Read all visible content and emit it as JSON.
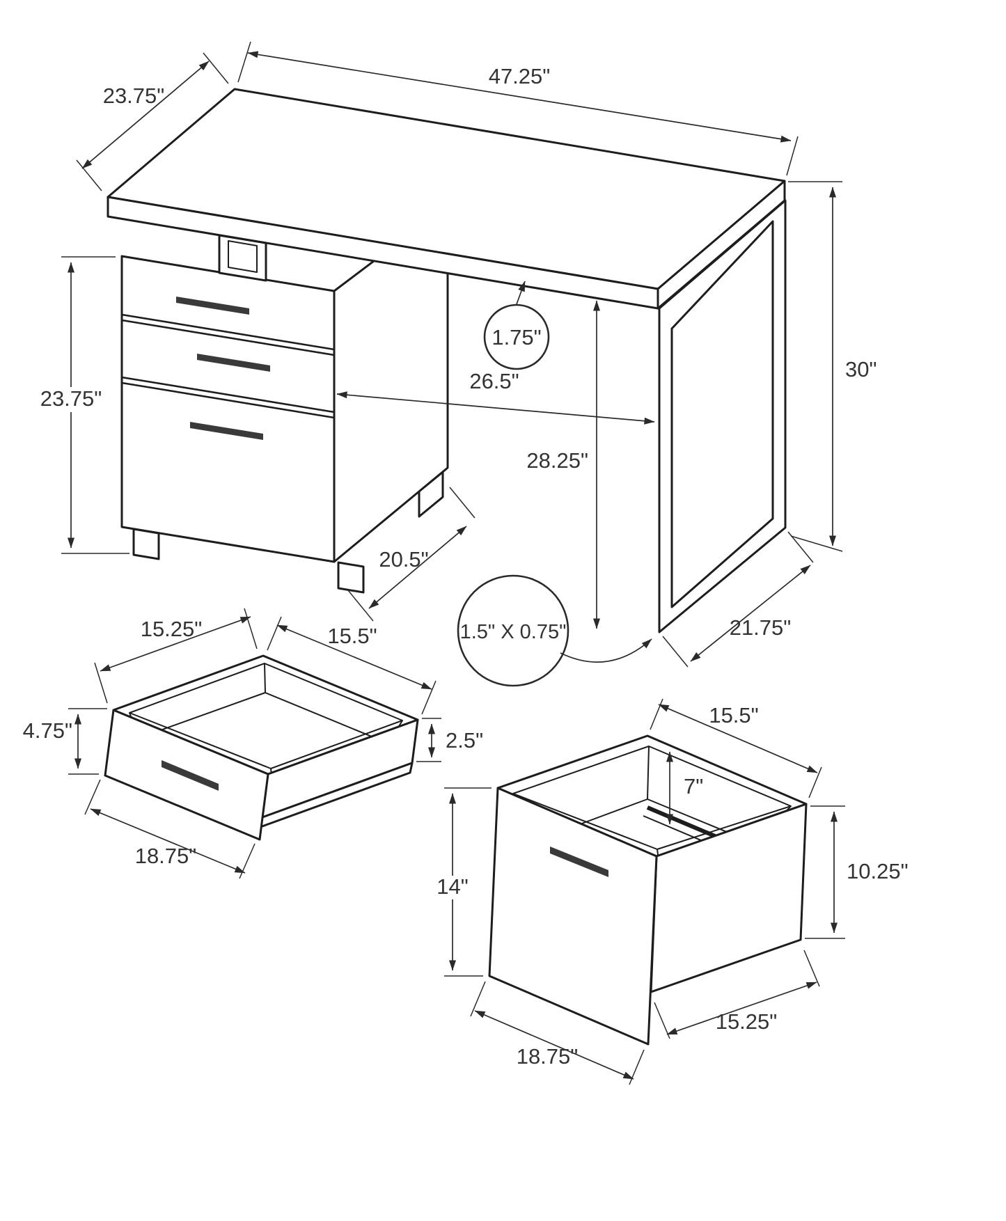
{
  "figure": {
    "type": "technical-dimension-drawing",
    "subject": "computer desk with 3-drawer pedestal and metal leg frame, plus two drawer detail views",
    "units": "inches",
    "line_color": "#1d1d1d",
    "text_color": "#333333",
    "background": "#ffffff"
  },
  "desk": {
    "top_length": "47.25\"",
    "top_depth": "23.75\"",
    "pedestal_height": "23.75\"",
    "overall_height": "30\"",
    "top_thickness": "1.75\"",
    "knee_space_width": "26.5\"",
    "underside_clearance": "28.25\"",
    "pedestal_depth": "20.5\"",
    "leg_base_depth": "21.75\"",
    "leg_tube_size": "1.5\" X 0.75\""
  },
  "small_drawer": {
    "back_width": "15.25\"",
    "side_depth": "15.5\"",
    "front_height": "4.75\"",
    "side_height": "2.5\"",
    "front_width": "18.75\""
  },
  "file_drawer": {
    "side_depth": "15.5\"",
    "rail_drop": "7\"",
    "front_height": "14\"",
    "side_height": "10.25\"",
    "front_width": "18.75\"",
    "back_width": "15.25\""
  }
}
